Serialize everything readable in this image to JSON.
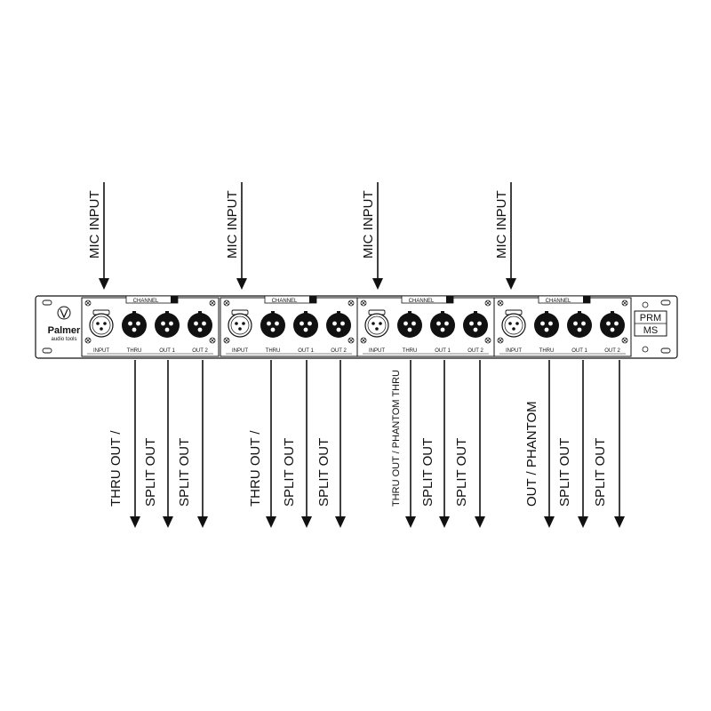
{
  "brand": {
    "name": "Palmer",
    "sub": "audio tools"
  },
  "model": {
    "line1": "PRM",
    "line2": "MS"
  },
  "channel_label": "CHANNEL",
  "jack_labels": [
    "INPUT",
    "THRU",
    "OUT 1",
    "OUT 2"
  ],
  "input_label": "MIC INPUT",
  "channels": [
    {
      "outputs": [
        "THRU OUT /",
        "SPLIT OUT",
        "SPLIT OUT"
      ]
    },
    {
      "outputs": [
        "THRU OUT /",
        "SPLIT OUT",
        "SPLIT OUT"
      ]
    },
    {
      "outputs": [
        "THRU OUT / PHANTOM THRU",
        "SPLIT OUT",
        "SPLIT OUT"
      ]
    },
    {
      "outputs": [
        "OUT / PHANTOM",
        "SPLIT OUT",
        "SPLIT OUT"
      ]
    }
  ]
}
